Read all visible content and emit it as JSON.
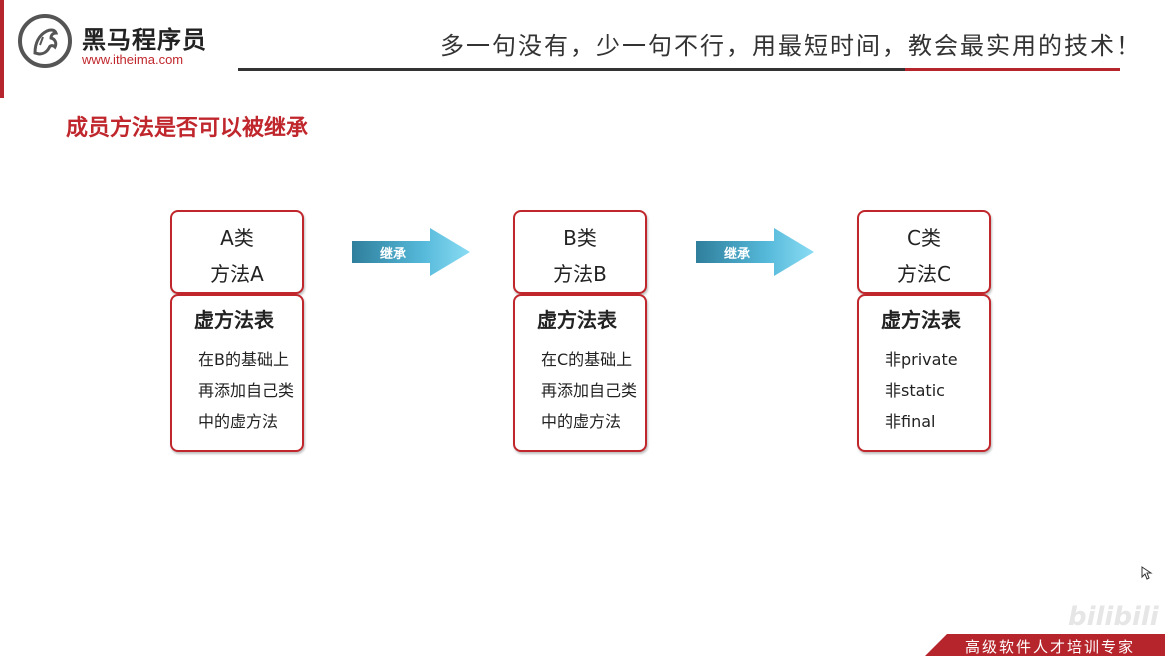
{
  "header": {
    "brand_name": "黑马程序员",
    "brand_url": "www.itheima.com",
    "slogan": "多一句没有，少一句不行，用最短时间，教会最实用的技术！"
  },
  "page_title": "成员方法是否可以被继承",
  "classes": [
    {
      "name": "A类",
      "method": "方法A",
      "vtable_title": "虚方法表",
      "vtable_lines": [
        "在B的基础上",
        "再添加自己类",
        "中的虚方法"
      ]
    },
    {
      "name": "B类",
      "method": "方法B",
      "vtable_title": "虚方法表",
      "vtable_lines": [
        "在C的基础上",
        "再添加自己类",
        "中的虚方法"
      ]
    },
    {
      "name": "C类",
      "method": "方法C",
      "vtable_title": "虚方法表",
      "vtable_lines": [
        "非private",
        "非static",
        "非final"
      ]
    }
  ],
  "arrows": [
    {
      "label": "继承"
    },
    {
      "label": "继承"
    }
  ],
  "footer": {
    "watermark": "bilibili",
    "banner_text": "高级软件人才培训专家"
  },
  "colors": {
    "accent_red": "#c0272d",
    "arrow_blue_light": "#6fd0ec",
    "arrow_blue_dark": "#2f7f9c"
  },
  "icons": [
    "horse-logo-icon",
    "cursor-icon"
  ]
}
